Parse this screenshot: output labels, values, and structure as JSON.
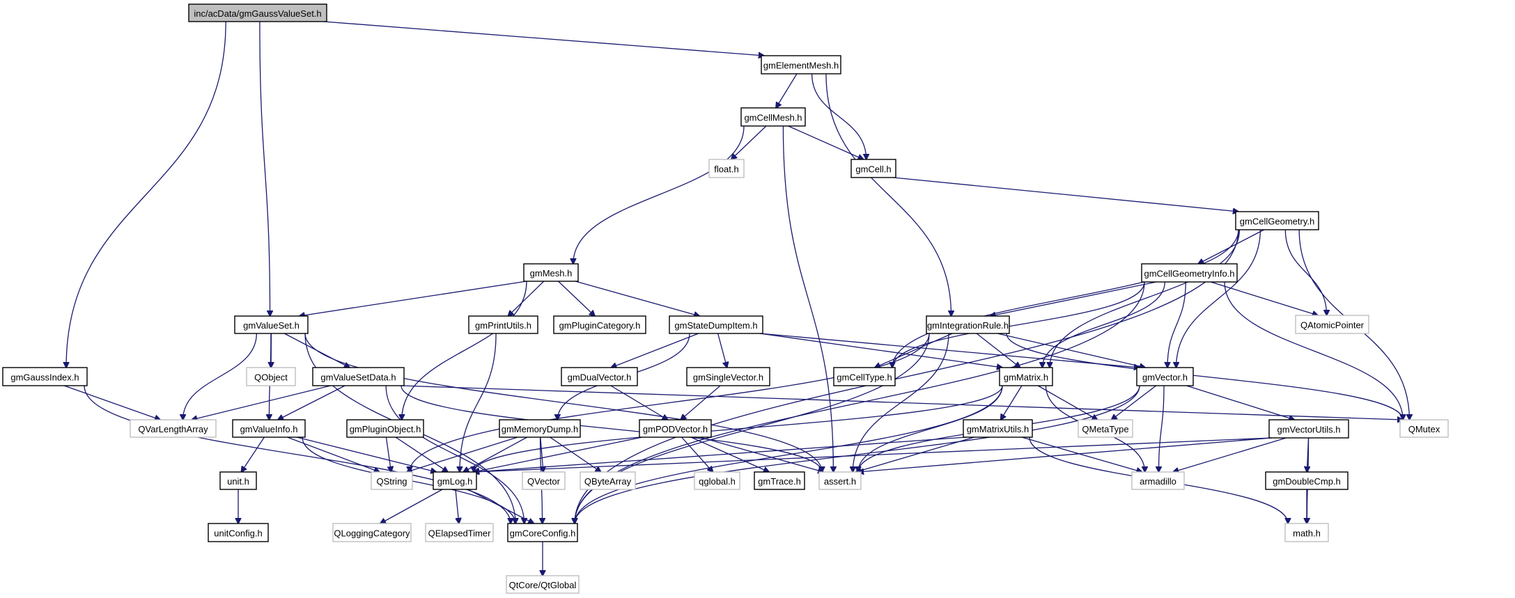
{
  "title": "inc/acData/gmGaussValueSet.h",
  "graph_type": "include dependency graph",
  "colors": {
    "edge": "#191970",
    "root_fill": "#bfbfbf",
    "documented_border": "#000000",
    "external_border": "#bfbfbf"
  },
  "nodes": [
    {
      "id": "root",
      "label": "inc/acData/gmGaussValueSet.h",
      "kind": "root"
    },
    {
      "id": "gmElementMesh",
      "label": "gmElementMesh.h",
      "kind": "doc"
    },
    {
      "id": "gmCellMesh",
      "label": "gmCellMesh.h",
      "kind": "doc"
    },
    {
      "id": "float",
      "label": "float.h",
      "kind": "ext"
    },
    {
      "id": "gmCell",
      "label": "gmCell.h",
      "kind": "doc"
    },
    {
      "id": "gmCellGeometry",
      "label": "gmCellGeometry.h",
      "kind": "doc"
    },
    {
      "id": "gmCellGeometryInfo",
      "label": "gmCellGeometryInfo.h",
      "kind": "doc"
    },
    {
      "id": "QAtomicPointer",
      "label": "QAtomicPointer",
      "kind": "ext"
    },
    {
      "id": "gmMesh",
      "label": "gmMesh.h",
      "kind": "doc"
    },
    {
      "id": "gmValueSet",
      "label": "gmValueSet.h",
      "kind": "doc"
    },
    {
      "id": "gmPrintUtils",
      "label": "gmPrintUtils.h",
      "kind": "doc"
    },
    {
      "id": "gmPluginCategory",
      "label": "gmPluginCategory.h",
      "kind": "doc"
    },
    {
      "id": "gmStateDumpItem",
      "label": "gmStateDumpItem.h",
      "kind": "doc"
    },
    {
      "id": "gmIntegrationRule",
      "label": "gmIntegrationRule.h",
      "kind": "doc"
    },
    {
      "id": "gmGaussIndex",
      "label": "gmGaussIndex.h",
      "kind": "doc"
    },
    {
      "id": "QObject",
      "label": "QObject",
      "kind": "ext"
    },
    {
      "id": "gmValueSetData",
      "label": "gmValueSetData.h",
      "kind": "doc"
    },
    {
      "id": "gmDualVector",
      "label": "gmDualVector.h",
      "kind": "doc"
    },
    {
      "id": "gmSingleVector",
      "label": "gmSingleVector.h",
      "kind": "doc"
    },
    {
      "id": "gmCellType",
      "label": "gmCellType.h",
      "kind": "doc"
    },
    {
      "id": "gmMatrix",
      "label": "gmMatrix.h",
      "kind": "doc"
    },
    {
      "id": "gmVector",
      "label": "gmVector.h",
      "kind": "doc"
    },
    {
      "id": "QVarLengthArray",
      "label": "QVarLengthArray",
      "kind": "ext"
    },
    {
      "id": "gmValueInfo",
      "label": "gmValueInfo.h",
      "kind": "doc"
    },
    {
      "id": "gmPluginObject",
      "label": "gmPluginObject.h",
      "kind": "doc"
    },
    {
      "id": "gmMemoryDump",
      "label": "gmMemoryDump.h",
      "kind": "doc"
    },
    {
      "id": "gmPODVector",
      "label": "gmPODVector.h",
      "kind": "doc"
    },
    {
      "id": "gmMatrixUtils",
      "label": "gmMatrixUtils.h",
      "kind": "doc"
    },
    {
      "id": "QMetaType",
      "label": "QMetaType",
      "kind": "ext"
    },
    {
      "id": "gmVectorUtils",
      "label": "gmVectorUtils.h",
      "kind": "doc"
    },
    {
      "id": "QMutex",
      "label": "QMutex",
      "kind": "ext"
    },
    {
      "id": "unit",
      "label": "unit.h",
      "kind": "doc"
    },
    {
      "id": "QString",
      "label": "QString",
      "kind": "ext"
    },
    {
      "id": "gmLog",
      "label": "gmLog.h",
      "kind": "doc"
    },
    {
      "id": "QVector",
      "label": "QVector",
      "kind": "ext"
    },
    {
      "id": "QByteArray",
      "label": "QByteArray",
      "kind": "ext"
    },
    {
      "id": "qglobal",
      "label": "qglobal.h",
      "kind": "ext"
    },
    {
      "id": "gmTrace",
      "label": "gmTrace.h",
      "kind": "doc"
    },
    {
      "id": "assert",
      "label": "assert.h",
      "kind": "ext"
    },
    {
      "id": "armadillo",
      "label": "armadillo",
      "kind": "ext"
    },
    {
      "id": "gmDoubleCmp",
      "label": "gmDoubleCmp.h",
      "kind": "doc"
    },
    {
      "id": "unitConfig",
      "label": "unitConfig.h",
      "kind": "doc"
    },
    {
      "id": "QLoggingCategory",
      "label": "QLoggingCategory",
      "kind": "ext"
    },
    {
      "id": "QElapsedTimer",
      "label": "QElapsedTimer",
      "kind": "ext"
    },
    {
      "id": "gmCoreConfig",
      "label": "gmCoreConfig.h",
      "kind": "doc"
    },
    {
      "id": "math",
      "label": "math.h",
      "kind": "ext"
    },
    {
      "id": "QtGlobal",
      "label": "QtCore/QtGlobal",
      "kind": "ext"
    }
  ],
  "edges": [
    [
      "root",
      "gmElementMesh"
    ],
    [
      "root",
      "gmValueSet"
    ],
    [
      "root",
      "gmGaussIndex"
    ],
    [
      "gmElementMesh",
      "gmCellMesh"
    ],
    [
      "gmElementMesh",
      "gmCell"
    ],
    [
      "gmElementMesh",
      "gmIntegrationRule"
    ],
    [
      "gmCellMesh",
      "float"
    ],
    [
      "gmCellMesh",
      "gmCell"
    ],
    [
      "gmCellMesh",
      "gmMesh"
    ],
    [
      "gmCellMesh",
      "assert"
    ],
    [
      "gmCell",
      "gmCellGeometry"
    ],
    [
      "gmCellGeometry",
      "gmCellGeometryInfo"
    ],
    [
      "gmCellGeometry",
      "QAtomicPointer"
    ],
    [
      "gmCellGeometry",
      "gmCellType"
    ],
    [
      "gmCellGeometry",
      "gmMatrix"
    ],
    [
      "gmCellGeometry",
      "gmVector"
    ],
    [
      "gmCellGeometry",
      "QMutex"
    ],
    [
      "gmCellGeometry",
      "gmCoreConfig"
    ],
    [
      "gmCellGeometryInfo",
      "gmIntegrationRule"
    ],
    [
      "gmCellGeometryInfo",
      "gmCellType"
    ],
    [
      "gmCellGeometryInfo",
      "gmMatrix"
    ],
    [
      "gmCellGeometryInfo",
      "gmVector"
    ],
    [
      "gmCellGeometryInfo",
      "QAtomicPointer"
    ],
    [
      "gmCellGeometryInfo",
      "QMutex"
    ],
    [
      "gmCellGeometryInfo",
      "gmCoreConfig"
    ],
    [
      "gmMesh",
      "gmValueSet"
    ],
    [
      "gmMesh",
      "gmPrintUtils"
    ],
    [
      "gmMesh",
      "gmPluginCategory"
    ],
    [
      "gmMesh",
      "gmStateDumpItem"
    ],
    [
      "gmMesh",
      "gmPluginObject"
    ],
    [
      "gmValueSet",
      "QObject"
    ],
    [
      "gmValueSet",
      "gmValueSetData"
    ],
    [
      "gmValueSet",
      "QVarLengthArray"
    ],
    [
      "gmValueSet",
      "gmValueInfo"
    ],
    [
      "gmValueSet",
      "assert"
    ],
    [
      "gmValueSet",
      "gmCoreConfig"
    ],
    [
      "gmGaussIndex",
      "QVarLengthArray"
    ],
    [
      "gmGaussIndex",
      "gmCoreConfig"
    ],
    [
      "gmValueSetData",
      "QVarLengthArray"
    ],
    [
      "gmValueSetData",
      "gmValueInfo"
    ],
    [
      "gmValueSetData",
      "assert"
    ],
    [
      "gmValueSetData",
      "QMutex"
    ],
    [
      "gmValueSetData",
      "gmCoreConfig"
    ],
    [
      "gmPrintUtils",
      "gmLog"
    ],
    [
      "gmStateDumpItem",
      "gmDualVector"
    ],
    [
      "gmStateDumpItem",
      "gmSingleVector"
    ],
    [
      "gmStateDumpItem",
      "gmMemoryDump"
    ],
    [
      "gmStateDumpItem",
      "gmMatrix"
    ],
    [
      "gmStateDumpItem",
      "gmVector"
    ],
    [
      "gmDualVector",
      "gmPODVector"
    ],
    [
      "gmSingleVector",
      "gmPODVector"
    ],
    [
      "gmIntegrationRule",
      "gmCellType"
    ],
    [
      "gmIntegrationRule",
      "gmMatrix"
    ],
    [
      "gmIntegrationRule",
      "gmVector"
    ],
    [
      "gmIntegrationRule",
      "QString"
    ],
    [
      "gmIntegrationRule",
      "assert"
    ],
    [
      "gmIntegrationRule",
      "gmCoreConfig"
    ],
    [
      "gmIntegrationRule",
      "QMutex"
    ],
    [
      "gmMatrix",
      "gmMatrixUtils"
    ],
    [
      "gmMatrix",
      "QMetaType"
    ],
    [
      "gmMatrix",
      "armadillo"
    ],
    [
      "gmMatrix",
      "assert"
    ],
    [
      "gmMatrix",
      "gmLog"
    ],
    [
      "gmMatrix",
      "gmCoreConfig"
    ],
    [
      "gmVector",
      "QMetaType"
    ],
    [
      "gmVector",
      "gmVectorUtils"
    ],
    [
      "gmVector",
      "armadillo"
    ],
    [
      "gmVector",
      "assert"
    ],
    [
      "gmVector",
      "gmCoreConfig"
    ],
    [
      "gmValueInfo",
      "unit"
    ],
    [
      "gmValueInfo",
      "QString"
    ],
    [
      "gmValueInfo",
      "gmLog"
    ],
    [
      "gmValueInfo",
      "gmCoreConfig"
    ],
    [
      "gmPluginObject",
      "QString"
    ],
    [
      "gmPluginObject",
      "gmLog"
    ],
    [
      "gmMemoryDump",
      "QString"
    ],
    [
      "gmMemoryDump",
      "gmLog"
    ],
    [
      "gmMemoryDump",
      "QVector"
    ],
    [
      "gmMemoryDump",
      "QByteArray"
    ],
    [
      "gmMemoryDump",
      "gmCoreConfig"
    ],
    [
      "gmPODVector",
      "gmLog"
    ],
    [
      "gmPODVector",
      "qglobal"
    ],
    [
      "gmPODVector",
      "gmTrace"
    ],
    [
      "gmPODVector",
      "assert"
    ],
    [
      "gmMatrixUtils",
      "gmLog"
    ],
    [
      "gmMatrixUtils",
      "assert"
    ],
    [
      "gmMatrixUtils",
      "armadillo"
    ],
    [
      "gmMatrixUtils",
      "math"
    ],
    [
      "gmVectorUtils",
      "gmLog"
    ],
    [
      "gmVectorUtils",
      "assert"
    ],
    [
      "gmVectorUtils",
      "armadillo"
    ],
    [
      "gmVectorUtils",
      "gmDoubleCmp"
    ],
    [
      "gmVectorUtils",
      "math"
    ],
    [
      "gmDoubleCmp",
      "math"
    ],
    [
      "unit",
      "unitConfig"
    ],
    [
      "gmLog",
      "QLoggingCategory"
    ],
    [
      "gmLog",
      "QElapsedTimer"
    ],
    [
      "gmLog",
      "gmCoreConfig"
    ],
    [
      "gmCoreConfig",
      "QtGlobal"
    ]
  ]
}
